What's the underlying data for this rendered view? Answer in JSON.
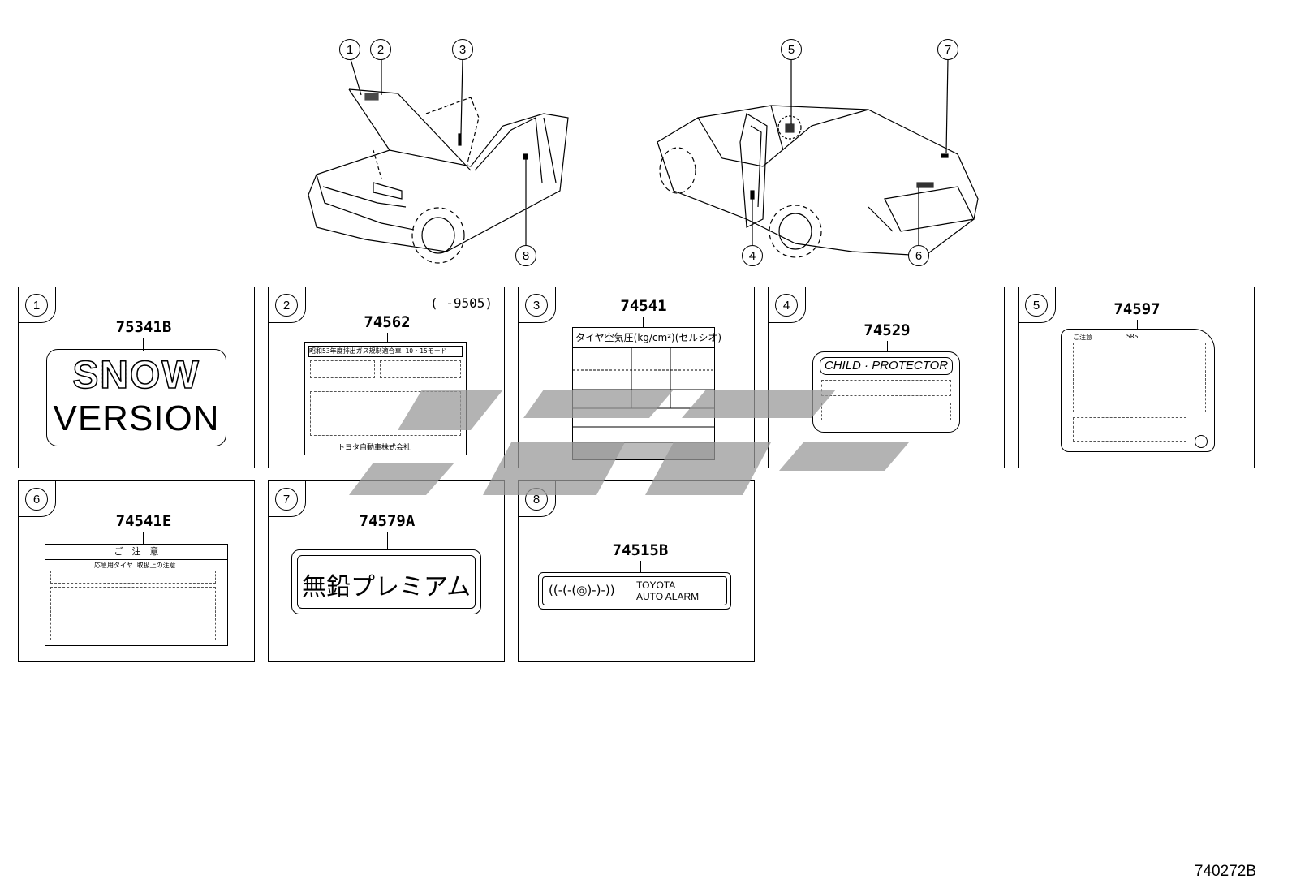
{
  "callouts_top": [
    "1",
    "2",
    "3",
    "8",
    "5",
    "7",
    "4",
    "6"
  ],
  "panels": [
    {
      "num": "1",
      "part": "75341B",
      "snow": "SNOW",
      "version": "VERSION"
    },
    {
      "num": "2",
      "part": "74562",
      "date": "(      -9505)",
      "header": "昭和53年度排出ガス規制適合車 10・15モード",
      "maker": "トヨタ自動車株式会社"
    },
    {
      "num": "3",
      "part": "74541",
      "header": "タイヤ空気圧(kg/cm²)(セルシオ)"
    },
    {
      "num": "4",
      "part": "74529",
      "header": "CHILD · PROTECTOR"
    },
    {
      "num": "5",
      "part": "74597",
      "header_left": "ご注意",
      "header_right": "SRS"
    },
    {
      "num": "6",
      "part": "74541E",
      "header": "ご　注　意",
      "sub": "応急用タイヤ 取扱上の注意"
    },
    {
      "num": "7",
      "part": "74579A",
      "text": "無鉛プレミアム"
    },
    {
      "num": "8",
      "part": "74515B",
      "line1": "TOYOTA",
      "line2": "AUTO ALARM",
      "glyph": "((-(-(◎)-)-))"
    }
  ],
  "footer": "740272B"
}
